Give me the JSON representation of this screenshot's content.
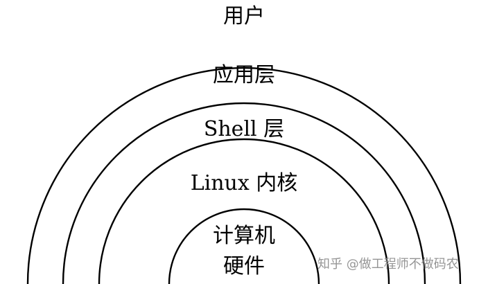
{
  "diagram": {
    "layers": [
      {
        "label": "用户"
      },
      {
        "label": "应用层"
      },
      {
        "label": "Shell 层"
      },
      {
        "label": "Linux 内核"
      },
      {
        "label": "计算机"
      },
      {
        "label": "硬件"
      }
    ],
    "watermark": "知乎 @做工程师不做码农"
  }
}
